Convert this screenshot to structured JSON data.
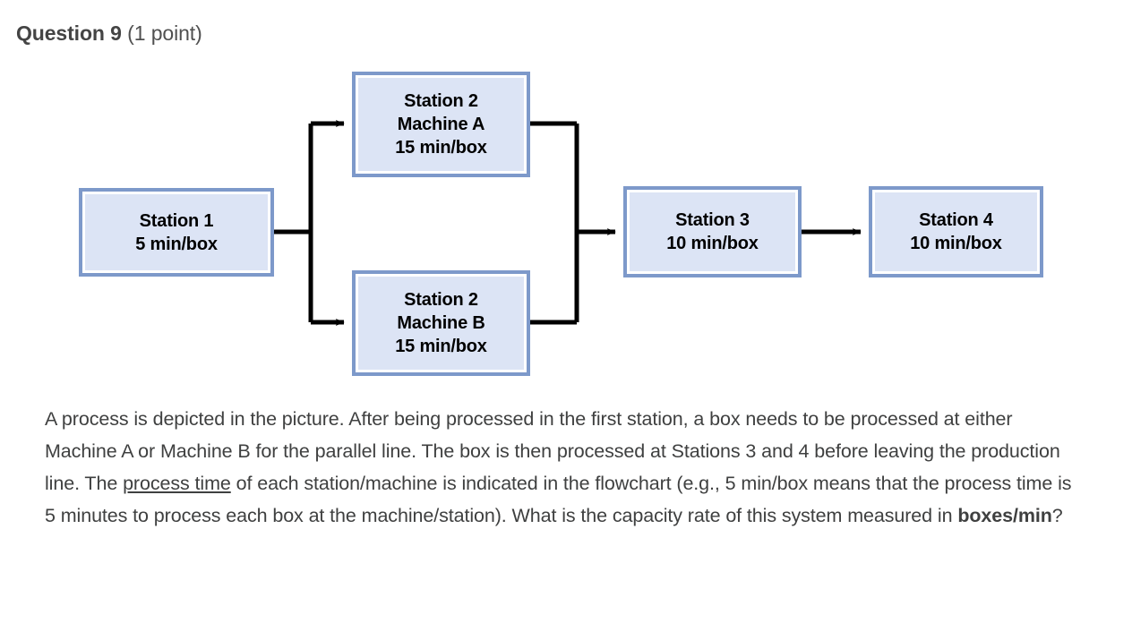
{
  "header": {
    "question_label": "Question 9",
    "points": "(1 point)"
  },
  "diagram": {
    "type": "process-flowchart",
    "node_fill_color": "#dce4f5",
    "node_border_color": "#7d99ca",
    "connector_color": "#000000",
    "nodes": [
      {
        "id": "station1",
        "title": "Station 1",
        "subtitle": "",
        "time": "5 min/box"
      },
      {
        "id": "machineA",
        "title": "Station 2",
        "subtitle": "Machine A",
        "time": "15 min/box"
      },
      {
        "id": "machineB",
        "title": "Station 2",
        "subtitle": "Machine B",
        "time": "15 min/box"
      },
      {
        "id": "station3",
        "title": "Station 3",
        "subtitle": "",
        "time": "10 min/box"
      },
      {
        "id": "station4",
        "title": "Station 4",
        "subtitle": "",
        "time": "10 min/box"
      }
    ],
    "edges": [
      {
        "from": "station1",
        "to": "machineA"
      },
      {
        "from": "station1",
        "to": "machineB"
      },
      {
        "from": "machineA",
        "to": "station3"
      },
      {
        "from": "machineB",
        "to": "station3"
      },
      {
        "from": "station3",
        "to": "station4"
      }
    ]
  },
  "body": {
    "part1": "A process is depicted in the picture. After being processed in the first station, a box needs to be processed at either Machine A or Machine B for the parallel line. The box is then processed at Stations 3 and 4 before leaving the production line. The ",
    "underlined": "process time",
    "part2": " of each station/machine is indicated in the flowchart (e.g., 5 min/box means that the process time is 5 minutes to process each box at the machine/station). What is the capacity rate of this system measured in ",
    "bold": "boxes/min",
    "part3": "?"
  }
}
